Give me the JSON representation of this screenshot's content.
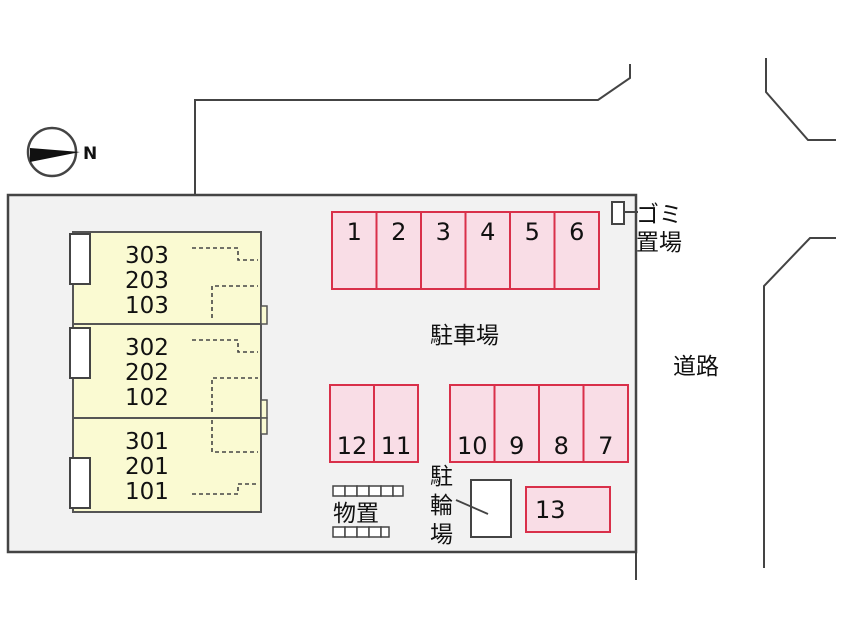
{
  "colors": {
    "parking_fill": "#f9dde6",
    "parking_stroke": "#d9304a",
    "building_fill": "#fafad2",
    "outline": "#444444"
  },
  "compass": {
    "icon": "north-arrow-icon",
    "letter": "N"
  },
  "building": {
    "blocks": [
      {
        "units": [
          "303",
          "203",
          "103"
        ]
      },
      {
        "units": [
          "302",
          "202",
          "102"
        ]
      },
      {
        "units": [
          "301",
          "201",
          "101"
        ]
      }
    ]
  },
  "parking": {
    "label": "駐車場",
    "top_row": [
      "1",
      "2",
      "3",
      "4",
      "5",
      "6"
    ],
    "lower_left": [
      "12",
      "11"
    ],
    "lower_right": [
      "10",
      "9",
      "8",
      "7"
    ],
    "extra": "13"
  },
  "labels": {
    "garbage_line1": "ゴミ",
    "garbage_line2": "置場",
    "road": "道路",
    "bicycle": [
      "駐",
      "輪",
      "場"
    ],
    "storage": "物置"
  }
}
